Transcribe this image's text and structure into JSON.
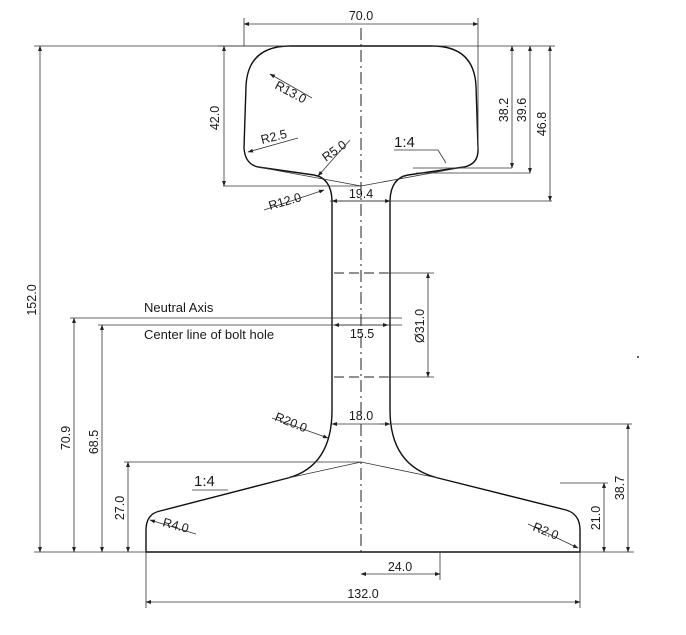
{
  "dimensions": {
    "head_width": "70.0",
    "head_height": "42.0",
    "head_d1": "38.2",
    "head_d2": "39.6",
    "head_d3": "46.8",
    "web_top": "19.4",
    "web_mid": "15.5",
    "web_bottom": "18.0",
    "bolt_hole": "Ø31.0",
    "total_height": "152.0",
    "neutral_axis_h": "70.9",
    "bolt_center_h": "68.5",
    "foot_left_h": "27.0",
    "foot_edge_h": "21.0",
    "foot_right_h": "38.7",
    "base_half": "24.0",
    "base_width": "132.0"
  },
  "radii": {
    "r13": "R13.0",
    "r2_5": "R2.5",
    "r5": "R5.0",
    "r12": "R12.0",
    "r20": "R20.0",
    "r4": "R4.0",
    "r2": "R2.0"
  },
  "labels": {
    "neutral_axis": "Neutral Axis",
    "bolt_center": "Center line of bolt hole",
    "slope_head": "1:4",
    "slope_foot": "1:4"
  }
}
